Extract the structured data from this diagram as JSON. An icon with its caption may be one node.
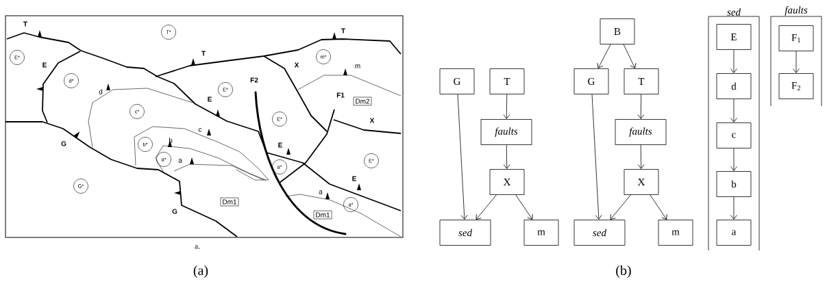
{
  "diagram": {
    "nodes": [
      {
        "text": [
          "T*"
        ]
      },
      {
        "text": [
          "E*"
        ]
      },
      {
        "text": [
          "m*"
        ]
      },
      {
        "text": [
          "d*"
        ]
      },
      {
        "text": [
          "E*"
        ]
      },
      {
        "text": [
          "Dm2"
        ]
      },
      {
        "text": [
          "c*"
        ]
      },
      {
        "text": [
          "E*"
        ]
      },
      {
        "text": [
          "b*"
        ]
      },
      {
        "text": [
          "a*"
        ]
      },
      {
        "text": [
          "E*"
        ]
      },
      {
        "text": [
          "a*"
        ]
      },
      {
        "text": [
          "G*"
        ]
      },
      {
        "text": [
          "Dm1"
        ]
      },
      {
        "text": [
          "a*"
        ]
      },
      {
        "text": [
          "Dm1"
        ]
      },
      {
        "text": [
          "G"
        ]
      },
      {
        "text": [
          "T"
        ]
      },
      {
        "text": [
          "faults"
        ]
      },
      {
        "text": [
          "X"
        ]
      },
      {
        "text": [
          "sed"
        ]
      },
      {
        "text": [
          "m"
        ]
      },
      {
        "text": [
          "B"
        ]
      },
      {
        "text": [
          "G"
        ]
      },
      {
        "text": [
          "T"
        ]
      },
      {
        "text": [
          "faults"
        ]
      },
      {
        "text": [
          "X"
        ]
      },
      {
        "text": [
          "sed"
        ]
      },
      {
        "text": [
          "m"
        ]
      },
      {
        "text": [
          "sed"
        ]
      },
      {
        "text": [
          "E"
        ],
        "in": 29
      },
      {
        "text": [
          "d"
        ],
        "in": 29
      },
      {
        "text": [
          "c"
        ],
        "in": 29
      },
      {
        "text": [
          "b"
        ],
        "in": 29
      },
      {
        "text": [
          "a"
        ],
        "in": 29
      },
      {
        "text": [
          "faults"
        ]
      },
      {
        "text": [
          "F$_{1}$"
        ],
        "in": 35
      },
      {
        "text": [
          "F$_{2}$"
        ],
        "in": 35
      }
    ],
    "edges": [
      {
        "from": 16,
        "to": 20,
        "arrow": "to"
      },
      {
        "from": 17,
        "to": 18,
        "arrow": "to"
      },
      {
        "from": 18,
        "to": 19,
        "arrow": "to"
      },
      {
        "from": 19,
        "to": 20,
        "arrow": "to"
      },
      {
        "from": 19,
        "to": 21,
        "arrow": "to"
      },
      {
        "from": 22,
        "to": 23,
        "arrow": "to"
      },
      {
        "from": 22,
        "to": 24,
        "arrow": "to"
      },
      {
        "from": 23,
        "to": 27,
        "arrow": "to"
      },
      {
        "from": 24,
        "to": 25,
        "arrow": "to"
      },
      {
        "from": 25,
        "to": 26,
        "arrow": "to"
      },
      {
        "from": 26,
        "to": 27,
        "arrow": "to"
      },
      {
        "from": 26,
        "to": 28,
        "arrow": "to"
      },
      {
        "from": 30,
        "to": 31,
        "arrow": "to"
      },
      {
        "from": 31,
        "to": 32,
        "arrow": "to"
      },
      {
        "from": 32,
        "to": 33,
        "arrow": "to"
      },
      {
        "from": 33,
        "to": 34,
        "arrow": "to"
      },
      {
        "from": 36,
        "to": 37,
        "arrow": "to"
      }
    ],
    "labels": [
      "T",
      "T",
      "T",
      "E",
      "X",
      "m",
      "d",
      "F2",
      "E",
      "F1",
      "X",
      "G",
      "c",
      "b",
      "E",
      "a",
      "E",
      "a",
      "G",
      "a.",
      "(a)",
      "(b)"
    ]
  }
}
